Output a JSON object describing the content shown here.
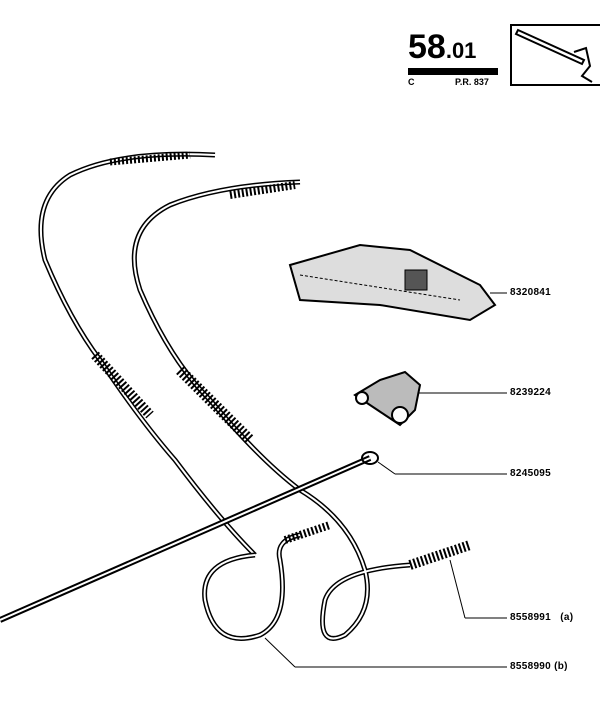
{
  "header": {
    "page_number": "58",
    "page_sub": ".01",
    "section": "C",
    "reference": "P.R. 837"
  },
  "parts": [
    {
      "number": "8320841",
      "note": ""
    },
    {
      "number": "8239224",
      "note": ""
    },
    {
      "number": "8245095",
      "note": ""
    },
    {
      "number": "8558991",
      "note": "(a)"
    },
    {
      "number": "8558990",
      "note": "(b)"
    }
  ]
}
